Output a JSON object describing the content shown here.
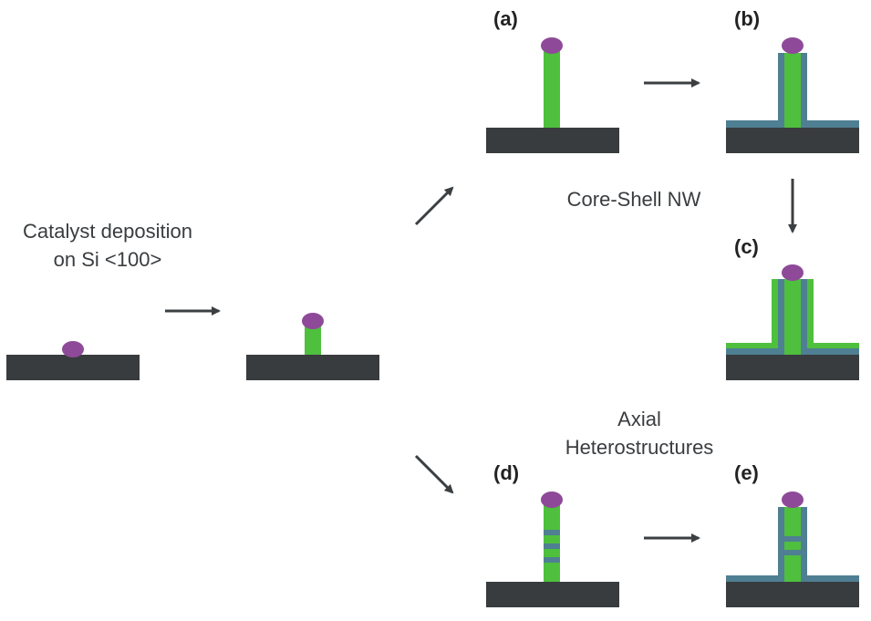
{
  "captions": {
    "catalyst": [
      "Catalyst deposition",
      "on Si <100>"
    ],
    "core_shell": "Core-Shell NW",
    "axial": [
      "Axial",
      "Heterostructures"
    ]
  },
  "panel_labels": {
    "a": "(a)",
    "b": "(b)",
    "c": "(c)",
    "d": "(d)",
    "e": "(e)"
  },
  "colors": {
    "substrate": "#383c3e",
    "catalyst": "#8e4a98",
    "core": "#4fbf3e",
    "shell": "#4f7f92",
    "arrow": "#3b3f41"
  }
}
